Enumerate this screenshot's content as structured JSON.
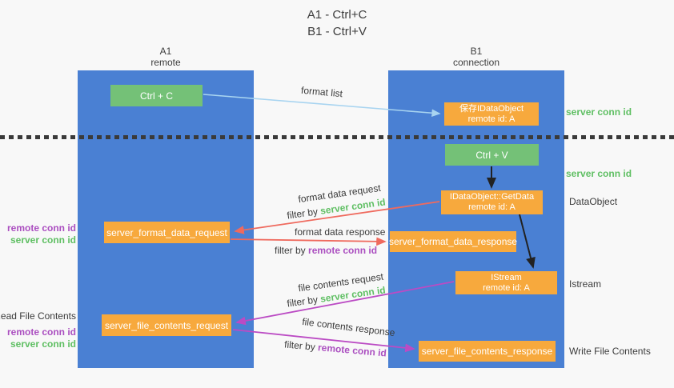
{
  "title": {
    "line1": "A1 - Ctrl+C",
    "line2": "B1 - Ctrl+V"
  },
  "lanes": {
    "left": {
      "name": "A1",
      "subtitle": "remote"
    },
    "right": {
      "name": "B1",
      "subtitle": "connection"
    }
  },
  "boxes": {
    "ctrl_c": "Ctrl + C",
    "ctrl_v": "Ctrl + V",
    "save_idataobject": {
      "line1": "保存IDataObject",
      "line2": "remote id: A"
    },
    "getdata": {
      "line1": "IDataObject::GetData",
      "line2": "remote id: A"
    },
    "istream": {
      "line1": "IStream",
      "line2": "remote id: A"
    },
    "format_request": "server_format_data_request",
    "format_response": "server_format_data_response",
    "file_request": "server_file_contents_request",
    "file_response": "server_file_contents_response"
  },
  "labels": {
    "format_list": "format list",
    "format_data_request": "format data request",
    "format_data_response": "format data response",
    "file_contents_request": "file contents request",
    "file_contents_response": "file contents response",
    "filter_by": "filter by",
    "server_conn_id": "server conn id",
    "remote_conn_id": "remote conn id",
    "dataobject": "DataObject",
    "istream": "Istream",
    "read_file_contents": "Read File Contents",
    "write_file_contents": "Write File Contents"
  },
  "colors": {
    "background": "#f8f8f8",
    "lane_blue": "#4a80d3",
    "box_orange": "#f7a93d",
    "box_green": "#74c177",
    "arrow_light_blue": "#a8d4f0",
    "arrow_red": "#ef6a5e",
    "arrow_magenta": "#bb4bc4",
    "arrow_black": "#222222",
    "text_green": "#5fbf63",
    "text_purple": "#ab4fc0",
    "text_dark": "#3b3b3b"
  }
}
